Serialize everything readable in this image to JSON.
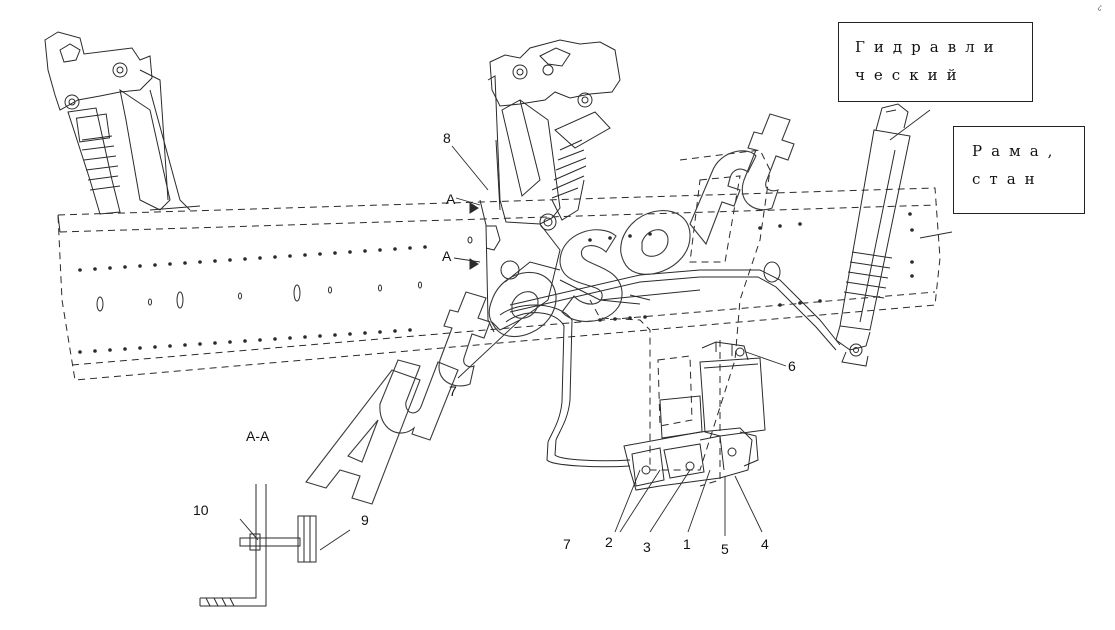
{
  "labels": {
    "hydraulic_box": [
      "Гидравли",
      "ческий"
    ],
    "frame_box": [
      "Рама,",
      "стан"
    ],
    "section_aa": "A-A",
    "arrow_a_top": "A",
    "arrow_a_bottom": "A",
    "corner_mark": "c° "
  },
  "callouts": [
    {
      "id": "c8",
      "text": "8"
    },
    {
      "id": "c6",
      "text": "6"
    },
    {
      "id": "c7a",
      "text": "7"
    },
    {
      "id": "c7b",
      "text": "7"
    },
    {
      "id": "c2",
      "text": "2"
    },
    {
      "id": "c3",
      "text": "3"
    },
    {
      "id": "c1",
      "text": "1"
    },
    {
      "id": "c5",
      "text": "5"
    },
    {
      "id": "c4",
      "text": "4"
    },
    {
      "id": "c10",
      "text": "10"
    },
    {
      "id": "c9",
      "text": "9"
    }
  ],
  "watermark": "AutoSoft",
  "colors": {
    "line": "#2a2a2a",
    "watermark_stroke": "#3a3a3a",
    "background": "#ffffff"
  }
}
